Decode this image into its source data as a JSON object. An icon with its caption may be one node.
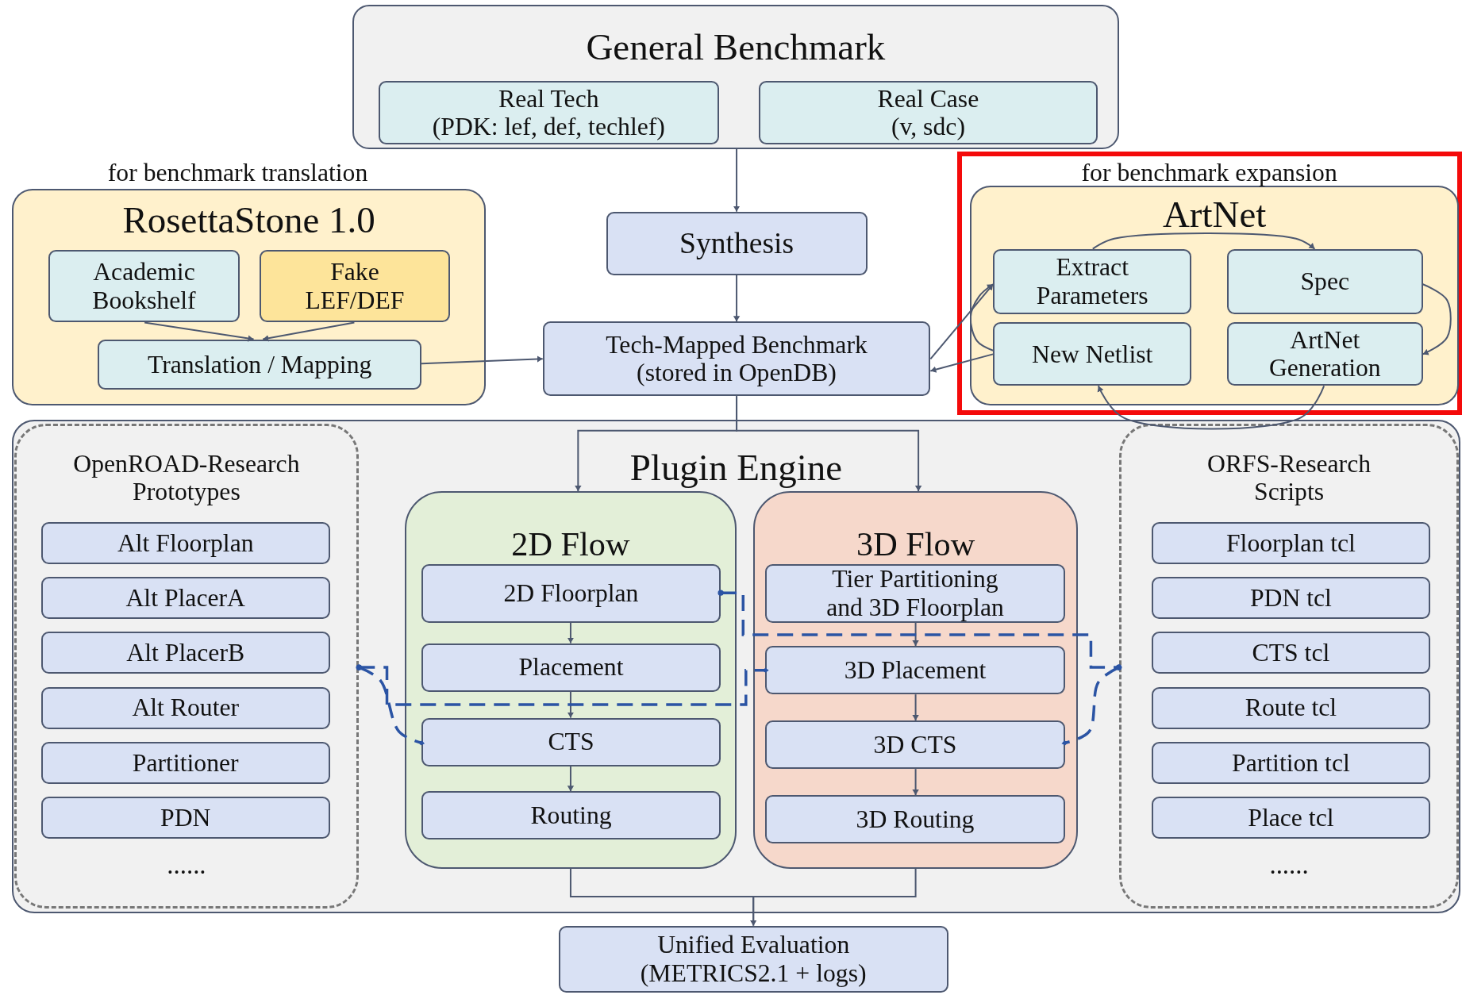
{
  "diagram": {
    "nodes": [
      {
        "text": [
          "General Benchmark"
        ]
      },
      {
        "text": [
          "Real Tech (PDK: lef, def, techlef)"
        ],
        "in": 0
      },
      {
        "text": [
          "Real Case (v, sdc)"
        ],
        "in": 0
      },
      {
        "text": [
          "RosettaStone 1.0"
        ],
        "beside": [
          "for benchmark translation"
        ]
      },
      {
        "text": [
          "Academic Bookshelf"
        ],
        "in": 3
      },
      {
        "text": [
          "Fake LEF/DEF"
        ],
        "in": 3
      },
      {
        "text": [
          "Translation / Mapping"
        ],
        "in": 3
      },
      {
        "text": [
          "Synthesis"
        ]
      },
      {
        "text": [
          "Tech-Mapped Benchmark (stored in OpenDB)"
        ]
      },
      {
        "text": [
          "ArtNet"
        ],
        "beside": [
          "for benchmark expansion"
        ]
      },
      {
        "text": [
          "Extract Parameters"
        ],
        "in": 9
      },
      {
        "text": [
          "Spec"
        ],
        "in": 9
      },
      {
        "text": [
          "New Netlist"
        ],
        "in": 9
      },
      {
        "text": [
          "ArtNet Generation"
        ],
        "in": 9
      },
      {
        "text": [
          "Plugin Engine"
        ]
      },
      {
        "text": [
          "OpenROAD-Research Prototypes",
          "......"
        ],
        "in": 14
      },
      {
        "text": [
          "Alt Floorplan"
        ],
        "in": 15
      },
      {
        "text": [
          "Alt PlacerA"
        ],
        "in": 15
      },
      {
        "text": [
          "Alt PlacerB"
        ],
        "in": 15
      },
      {
        "text": [
          "Alt Router"
        ],
        "in": 15
      },
      {
        "text": [
          "Partitioner"
        ],
        "in": 15
      },
      {
        "text": [
          "PDN"
        ],
        "in": 15
      },
      {
        "text": [
          "2D Flow"
        ],
        "in": 14
      },
      {
        "text": [
          "2D Floorplan"
        ],
        "in": 22
      },
      {
        "text": [
          "Placement"
        ],
        "in": 22
      },
      {
        "text": [
          "CTS"
        ],
        "in": 22
      },
      {
        "text": [
          "Routing"
        ],
        "in": 22
      },
      {
        "text": [
          "3D Flow"
        ],
        "in": 14
      },
      {
        "text": [
          "Tier Partitioning and 3D Floorplan"
        ],
        "in": 27
      },
      {
        "text": [
          "3D Placement"
        ],
        "in": 27
      },
      {
        "text": [
          "3D CTS"
        ],
        "in": 27
      },
      {
        "text": [
          "3D Routing"
        ],
        "in": 27
      },
      {
        "text": [
          "ORFS-Research Scripts",
          "......"
        ],
        "in": 14
      },
      {
        "text": [
          "Floorplan tcl"
        ],
        "in": 32
      },
      {
        "text": [
          "PDN tcl"
        ],
        "in": 32
      },
      {
        "text": [
          "CTS tcl"
        ],
        "in": 32
      },
      {
        "text": [
          "Route tcl"
        ],
        "in": 32
      },
      {
        "text": [
          "Partition tcl"
        ],
        "in": 32
      },
      {
        "text": [
          "Place tcl"
        ],
        "in": 32
      },
      {
        "text": [
          "Unified Evaluation (METRICS2.1 + logs)"
        ]
      }
    ],
    "edges": [
      {
        "from": 0,
        "to": 7,
        "arrow": "to"
      },
      {
        "from": 7,
        "to": 8,
        "arrow": "to"
      },
      {
        "from": 4,
        "to": 6,
        "arrow": "to"
      },
      {
        "from": 5,
        "to": 6,
        "arrow": "to"
      },
      {
        "from": 6,
        "to": 8,
        "arrow": "to"
      },
      {
        "from": 12,
        "to": 8,
        "arrow": "to"
      },
      {
        "from": 8,
        "to": 10,
        "arrow": "to"
      },
      {
        "from": 12,
        "to": 10,
        "arrow": "to"
      },
      {
        "from": 10,
        "to": 11,
        "arrow": "to"
      },
      {
        "from": 11,
        "to": 13,
        "arrow": "to"
      },
      {
        "from": 13,
        "to": 12,
        "arrow": "to"
      },
      {
        "from": 8,
        "to": 22,
        "arrow": "to"
      },
      {
        "from": 8,
        "to": 27,
        "arrow": "to"
      },
      {
        "from": 23,
        "to": 24,
        "arrow": "to"
      },
      {
        "from": 24,
        "to": 25,
        "arrow": "to"
      },
      {
        "from": 25,
        "to": 26,
        "arrow": "to"
      },
      {
        "from": 28,
        "to": 29,
        "arrow": "to"
      },
      {
        "from": 29,
        "to": 30,
        "arrow": "to"
      },
      {
        "from": 30,
        "to": 31,
        "arrow": "to"
      },
      {
        "from": 22,
        "to": 39,
        "arrow": "to"
      },
      {
        "from": 27,
        "to": 39,
        "arrow": "to"
      },
      {
        "from": 15,
        "to": 29,
        "arrow": "other",
        "style": "dashed",
        "color": "#2b54a4"
      },
      {
        "from": 15,
        "to": 25,
        "arrow": "other",
        "style": "dashed",
        "color": "#2b54a4"
      },
      {
        "from": 23,
        "to": 32,
        "arrow": "other",
        "style": "dashed",
        "color": "#2b54a4"
      },
      {
        "from": 32,
        "to": 30,
        "arrow": "other",
        "style": "dashed",
        "color": "#2b54a4"
      }
    ]
  }
}
